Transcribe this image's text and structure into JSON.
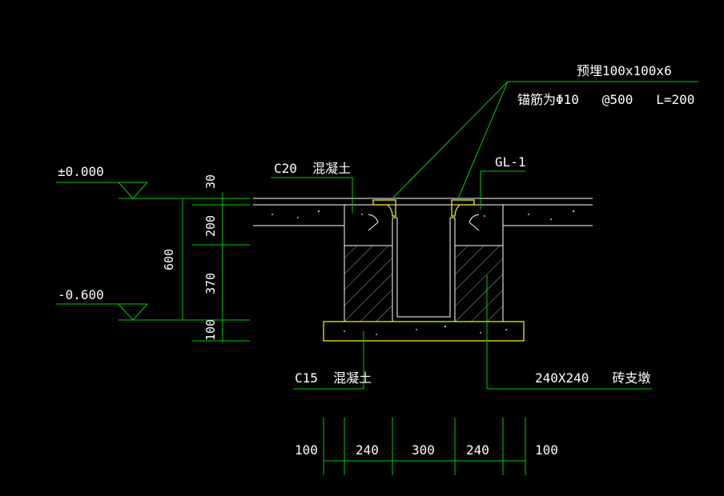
{
  "labels": {
    "embed_line1": "预埋100x100x6",
    "embed_line2": "锚筋为Φ10   @500   L=200",
    "c20": "C20  混凝土",
    "gl1": "GL-1",
    "c15": "C15  混凝土",
    "pier": "240X240   砖支墩",
    "elev_top": "±0.000",
    "elev_bot": "-0.600"
  },
  "vertical_dims": {
    "total": "600",
    "d30": "30",
    "d200": "200",
    "d370": "370",
    "d100": "100"
  },
  "horizontal_dims": [
    "100",
    "240",
    "300",
    "240",
    "100"
  ],
  "colors": {
    "background": "#000000",
    "outline": "#ffffff",
    "leader": "#00cc00",
    "embed": "#ffff00"
  }
}
